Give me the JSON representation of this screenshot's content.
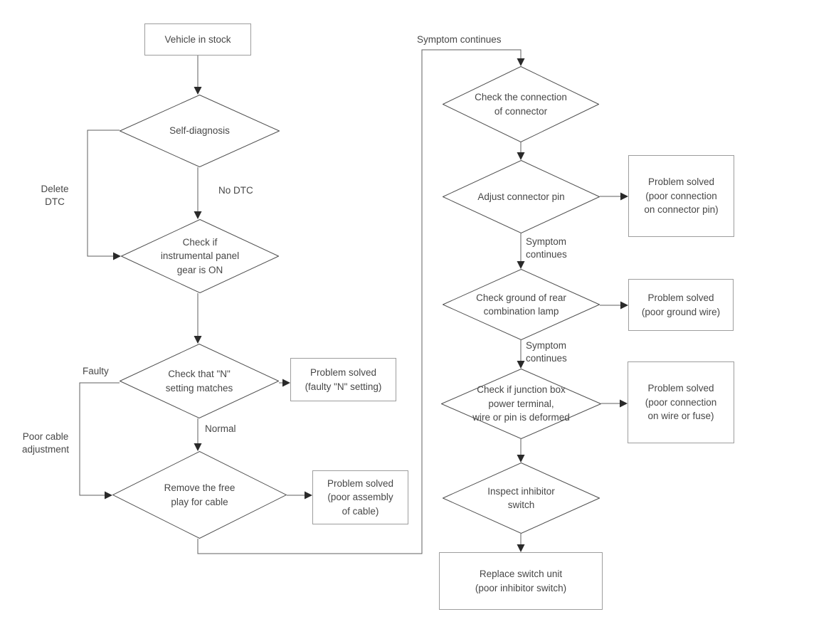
{
  "colors": {
    "text": "#474747",
    "line": "#5f5f5f",
    "box_border": "#9d9d9d",
    "diamond_border": "#4f4f4f",
    "arrowhead": "#2a2a2a",
    "background": "#ffffff"
  },
  "nodes": {
    "vehicle": "Vehicle in stock",
    "self_diagnosis": "Self-diagnosis",
    "panel_gear": "Check if\ninstrumental panel\ngear is ON",
    "n_setting": "Check that \"N\"\nsetting matches",
    "free_play": "Remove the free\nplay for cable",
    "solved_n_setting": "Problem solved\n(faulty \"N\" setting)",
    "solved_cable": "Problem solved\n(poor assembly\nof cable)",
    "connector_check": "Check the connection\nof connector",
    "adjust_pin": "Adjust connector pin",
    "solved_pin": "Problem solved\n(poor connection\non connector pin)",
    "ground_lamp": "Check ground of rear\ncombination lamp",
    "solved_ground": "Problem solved\n(poor ground wire)",
    "junction_box": "Check if junction box\npower terminal,\nwire or pin is deformed",
    "solved_fuse": "Problem solved\n(poor connection\non wire or fuse)",
    "inhibitor": "Inspect inhibitor\nswitch",
    "replace_switch": "Replace switch unit\n(poor inhibitor switch)"
  },
  "labels": {
    "delete_dtc": "Delete\nDTC",
    "no_dtc": "No DTC",
    "faulty": "Faulty",
    "normal": "Normal",
    "poor_cable": "Poor cable\nadjustment",
    "symptom_top": "Symptom continues",
    "symptom_pin": "Symptom\ncontinues",
    "symptom_ground": "Symptom\ncontinues"
  }
}
